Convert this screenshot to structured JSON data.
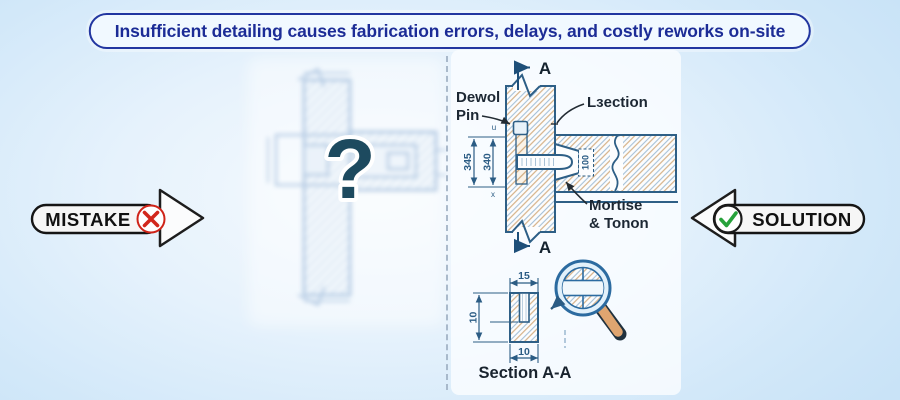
{
  "title": {
    "text": "Insufficient detailing causes fabrication errors, delays, and costly reworks on-site"
  },
  "badges": {
    "mistake": {
      "label": "MISTAKE",
      "icon": "red-x-circle"
    },
    "solution": {
      "label": "SOLUTION",
      "icon": "green-check-circle"
    }
  },
  "mistake_panel": {
    "question_mark": "?"
  },
  "solution_panel": {
    "section_marker_top": "A",
    "section_marker_bottom": "A",
    "dowel_label_line1": "Dewol",
    "dowel_label_line2": "Pin",
    "l_section_label": "Lзection",
    "mortise_label_line1": "Mortise",
    "mortise_label_line2": "& Tonon",
    "dim_345": "345",
    "dim_340": "340",
    "dim_100": "100",
    "dim_15": "15",
    "dim_10_left": "10",
    "dim_10_bottom": "10",
    "tick_top": "u",
    "tick_bottom": "x",
    "section_title": "Section A-A"
  },
  "colors": {
    "title_blue": "#1c2c96",
    "drawing_blue": "#2e5f86",
    "hatch_tan": "#d2ab7d",
    "error_red": "#d2271c",
    "success_green": "#27a23b",
    "ink": "#1b2430",
    "question_teal": "#1d4a5f"
  }
}
